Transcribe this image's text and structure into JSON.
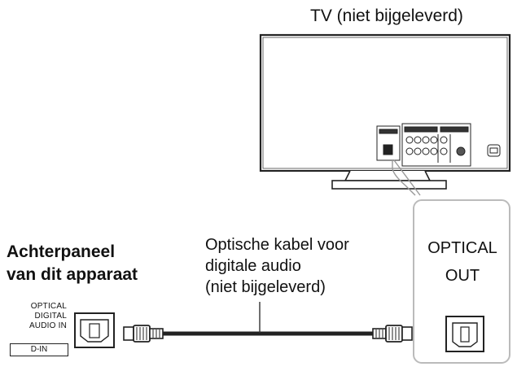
{
  "labels": {
    "tv": "TV (niet bijgeleverd)",
    "rear_panel": [
      "Achterpaneel",
      "van dit apparaat"
    ],
    "cable": [
      "Optische kabel voor",
      "digitale audio",
      "(niet bijgeleverd)"
    ],
    "optical_out": [
      "OPTICAL",
      "OUT"
    ],
    "optical_in": [
      "OPTICAL",
      "DIGITAL",
      "AUDIO IN"
    ],
    "din": "D-IN"
  },
  "icons": {
    "tv": "tv-icon",
    "optical_in_port": "optical-port-icon",
    "optical_out_port": "optical-port-icon",
    "plug_left": "optical-plug-icon",
    "plug_right": "optical-plug-icon"
  },
  "colors": {
    "line": "#222222",
    "tv_screen": "#ffffff",
    "callout_border": "#bbbbbb"
  }
}
